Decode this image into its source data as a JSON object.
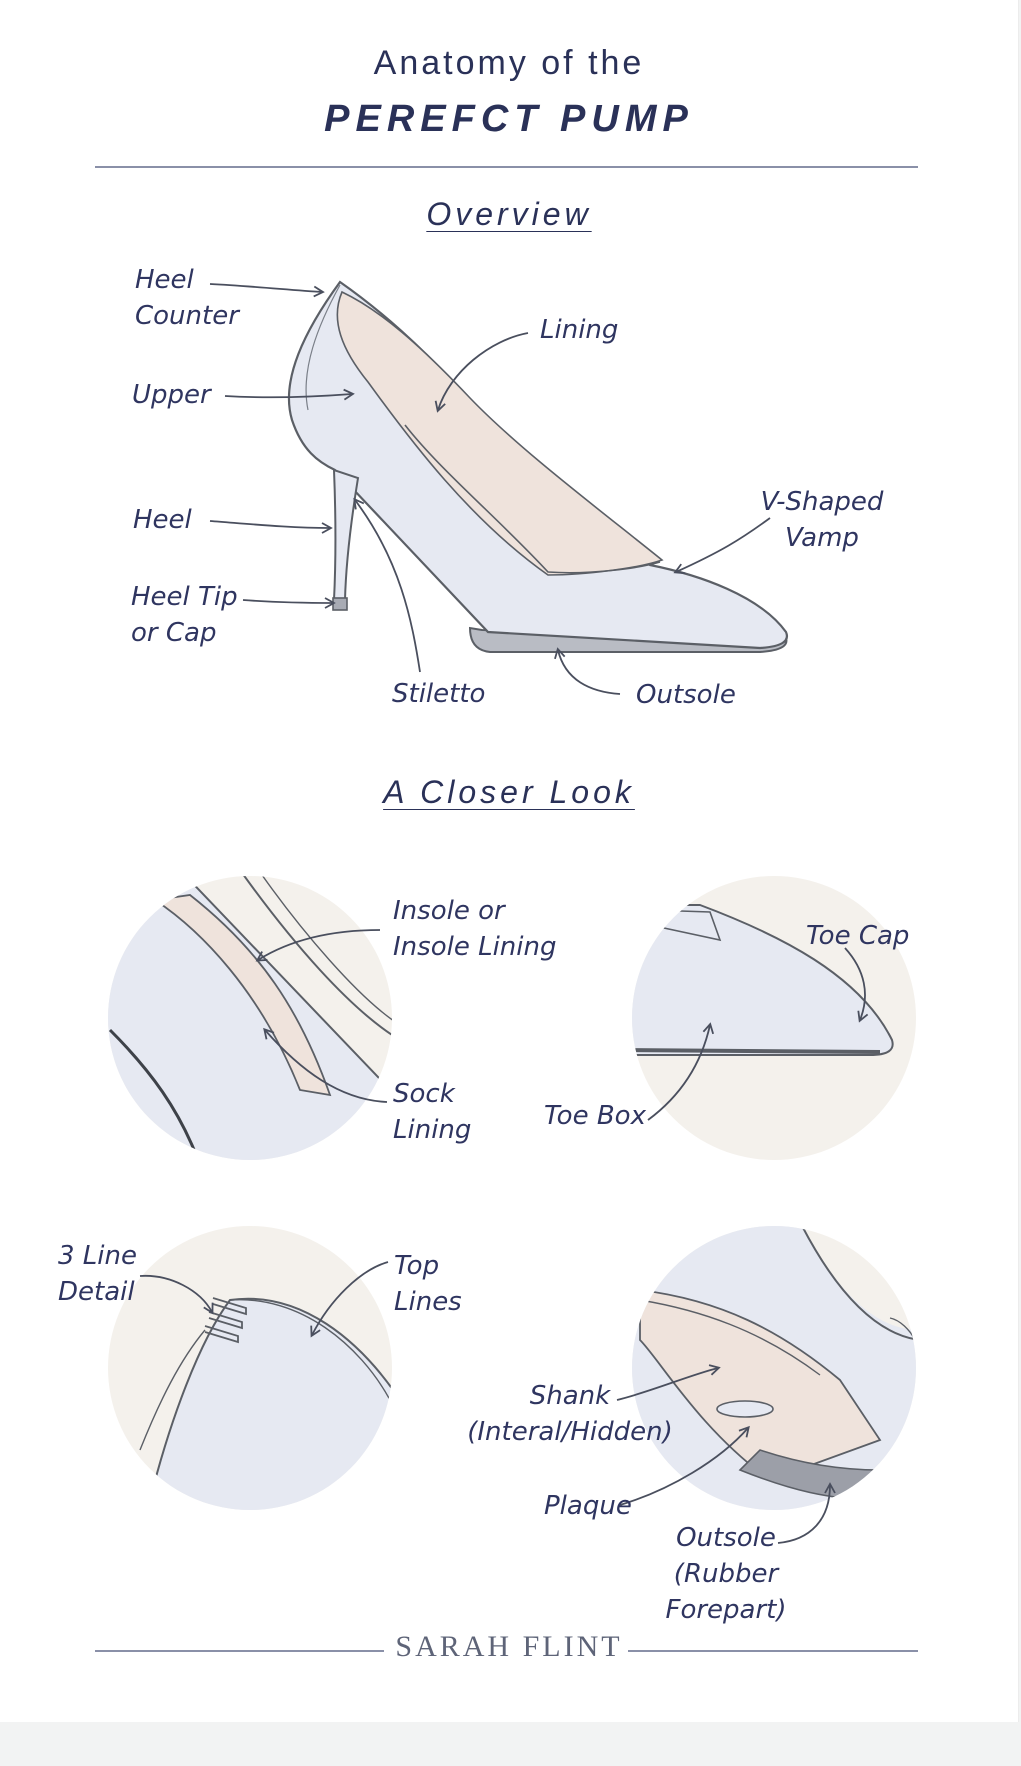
{
  "header": {
    "line1": "Anatomy of the",
    "line2": "PEREFCT PUMP"
  },
  "sections": {
    "overview": "Overview",
    "closer_look": "A Closer Look"
  },
  "overview_labels": {
    "heel_counter": [
      "Heel",
      "Counter"
    ],
    "upper": [
      "Upper"
    ],
    "heel": [
      "Heel"
    ],
    "heel_tip": [
      "Heel Tip",
      "or Cap"
    ],
    "lining": [
      "Lining"
    ],
    "v_shaped_vamp": [
      "V-Shaped",
      "Vamp"
    ],
    "stiletto": [
      "Stiletto"
    ],
    "outsole": [
      "Outsole"
    ]
  },
  "closer_labels": {
    "insole": [
      "Insole or",
      "Insole Lining"
    ],
    "sock_lining": [
      "Sock",
      "Lining"
    ],
    "toe_cap": [
      "Toe Cap"
    ],
    "toe_box": [
      "Toe Box"
    ],
    "three_line_detail": [
      "3 Line",
      "Detail"
    ],
    "top_lines": [
      "Top",
      "Lines"
    ],
    "shank": [
      "Shank",
      "(Interal/Hidden)"
    ],
    "plaque": [
      "Plaque"
    ],
    "outsole_forepart": [
      "Outsole",
      "(Rubber Forepart)"
    ]
  },
  "footer": {
    "brand": "SARAH FLINT"
  },
  "colors": {
    "ink": "#2a3158",
    "shoe_fill": "#e6e9f2",
    "lining_fill": "#efe3dc",
    "circle_bg": "#f4f1ec",
    "outline": "#5b5f66"
  }
}
